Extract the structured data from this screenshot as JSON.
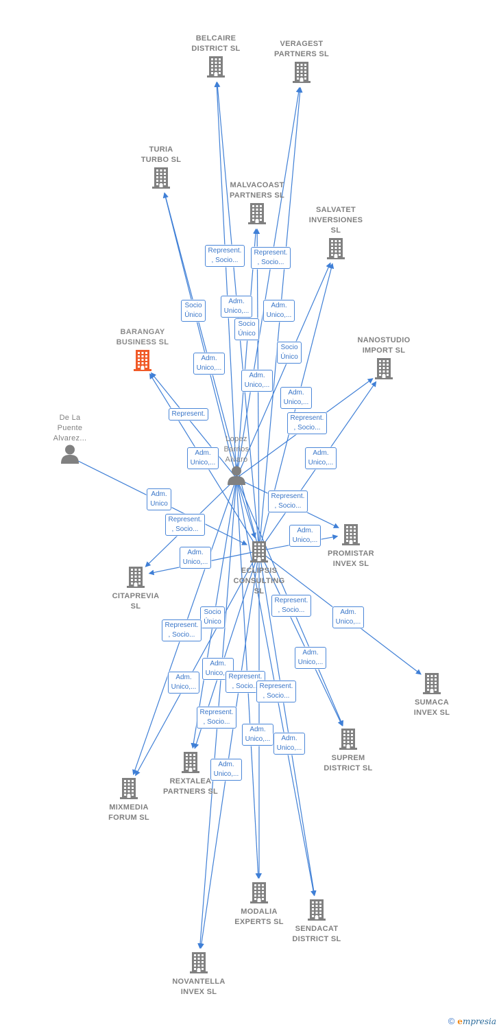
{
  "colors": {
    "edge": "#3f7fd6",
    "company": "#808080",
    "highlight": "#f05a28",
    "text": "#808080",
    "label_text": "#3a76c8"
  },
  "nodes": [
    {
      "id": "belcaire",
      "type": "company",
      "label": "BELCAIRE\nDISTRICT  SL",
      "icon": "building-icon"
    },
    {
      "id": "veragest",
      "type": "company",
      "label": "VERAGEST\nPARTNERS  SL",
      "icon": "building-icon"
    },
    {
      "id": "turia",
      "type": "company",
      "label": "TURIA\nTURBO  SL",
      "icon": "building-icon"
    },
    {
      "id": "malvacoast",
      "type": "company",
      "label": "MALVACOAST\nPARTNERS  SL",
      "icon": "building-icon"
    },
    {
      "id": "salvatet",
      "type": "company",
      "label": "SALVATET\nINVERSIONES\nSL",
      "icon": "building-icon"
    },
    {
      "id": "barangay",
      "type": "company",
      "label": "BARANGAY\nBUSINESS  SL",
      "icon": "building-icon",
      "highlight": true
    },
    {
      "id": "nanostudio",
      "type": "company",
      "label": "NANOSTUDIO\nIMPORT  SL",
      "icon": "building-icon"
    },
    {
      "id": "delapuente",
      "type": "person",
      "label": "De La\nPuente\nAlvarez...",
      "icon": "person-icon"
    },
    {
      "id": "lopez",
      "type": "person",
      "label": "Lopez\nBarrios\nAlvaro",
      "icon": "person-icon"
    },
    {
      "id": "promistar",
      "type": "company",
      "label": "PROMISTAR\nINVEX  SL",
      "icon": "building-icon"
    },
    {
      "id": "eclipsis",
      "type": "company",
      "label": "ECLIPSIS\nCONSULTING\nSL",
      "icon": "building-icon"
    },
    {
      "id": "citaprevia",
      "type": "company",
      "label": "CITAPREVIA\nSL",
      "icon": "building-icon"
    },
    {
      "id": "sumaca",
      "type": "company",
      "label": "SUMACA\nINVEX  SL",
      "icon": "building-icon"
    },
    {
      "id": "suprem",
      "type": "company",
      "label": "SUPREM\nDISTRICT  SL",
      "icon": "building-icon"
    },
    {
      "id": "rextalea",
      "type": "company",
      "label": "REXTALEA\nPARTNERS  SL",
      "icon": "building-icon"
    },
    {
      "id": "mixmedia",
      "type": "company",
      "label": "MIXMEDIA\nFORUM  SL",
      "icon": "building-icon"
    },
    {
      "id": "modalia",
      "type": "company",
      "label": "MODALIA\nEXPERTS  SL",
      "icon": "building-icon"
    },
    {
      "id": "sendacat",
      "type": "company",
      "label": "SENDACAT\nDISTRICT  SL",
      "icon": "building-icon"
    },
    {
      "id": "novantella",
      "type": "company",
      "label": "NOVANTELLA\nINVEX  SL",
      "icon": "building-icon"
    }
  ],
  "edges": [
    {
      "from": "lopez",
      "to": "belcaire"
    },
    {
      "from": "eclipsis",
      "to": "belcaire"
    },
    {
      "from": "lopez",
      "to": "veragest"
    },
    {
      "from": "eclipsis",
      "to": "veragest"
    },
    {
      "from": "lopez",
      "to": "turia"
    },
    {
      "from": "eclipsis",
      "to": "turia"
    },
    {
      "from": "lopez",
      "to": "malvacoast"
    },
    {
      "from": "eclipsis",
      "to": "malvacoast"
    },
    {
      "from": "lopez",
      "to": "salvatet"
    },
    {
      "from": "eclipsis",
      "to": "salvatet"
    },
    {
      "from": "lopez",
      "to": "barangay"
    },
    {
      "from": "eclipsis",
      "to": "barangay"
    },
    {
      "from": "lopez",
      "to": "nanostudio"
    },
    {
      "from": "eclipsis",
      "to": "nanostudio"
    },
    {
      "from": "delapuente",
      "to": "eclipsis"
    },
    {
      "from": "lopez",
      "to": "eclipsis"
    },
    {
      "from": "lopez",
      "to": "promistar"
    },
    {
      "from": "eclipsis",
      "to": "promistar"
    },
    {
      "from": "lopez",
      "to": "citaprevia"
    },
    {
      "from": "eclipsis",
      "to": "citaprevia"
    },
    {
      "from": "eclipsis",
      "to": "sumaca"
    },
    {
      "from": "lopez",
      "to": "suprem"
    },
    {
      "from": "eclipsis",
      "to": "suprem"
    },
    {
      "from": "lopez",
      "to": "rextalea"
    },
    {
      "from": "eclipsis",
      "to": "rextalea"
    },
    {
      "from": "lopez",
      "to": "mixmedia"
    },
    {
      "from": "eclipsis",
      "to": "mixmedia"
    },
    {
      "from": "lopez",
      "to": "modalia"
    },
    {
      "from": "eclipsis",
      "to": "modalia"
    },
    {
      "from": "lopez",
      "to": "sendacat"
    },
    {
      "from": "eclipsis",
      "to": "sendacat"
    },
    {
      "from": "lopez",
      "to": "novantella"
    },
    {
      "from": "eclipsis",
      "to": "novantella"
    }
  ],
  "edge_labels": [
    "Represent.\n, Socio...",
    "Represent.\n, Socio...",
    "Socio\nÚnico",
    "Adm.\nUnico,...",
    "Adm.\nUnico,...",
    "Socio\nÚnico",
    "Socio\nÚnico",
    "Adm.\nUnico,...",
    "Adm.\nUnico,...",
    "Adm.\nUnico,...",
    "Represent.",
    "Represent.\n, Socio...",
    "Adm.\nUnico,...",
    "Adm.\nUnico,...",
    "Adm.\nUnico",
    "Represent.\n, Socio...",
    "Represent.\n, Socio...",
    "Adm.\nUnico,...",
    "Adm.\nUnico,...",
    "Represent.\n, Socio...",
    "Adm.\nUnico,...",
    "Socio\nÚnico",
    "Represent.\n, Socio...",
    "Adm.\nUnico,...",
    "Adm.\nUnico,...",
    "Adm.\nUnico,...",
    "Represent.\n, Socio...",
    "Represent.\n, Socio...",
    "Represent.\n, Socio...",
    "Adm.\nUnico,...",
    "Adm.\nUnico,...",
    "Adm.\nUnico,..."
  ],
  "footer": {
    "copyright": "©",
    "brand_initial": "e",
    "brand_rest": "mpresia"
  }
}
